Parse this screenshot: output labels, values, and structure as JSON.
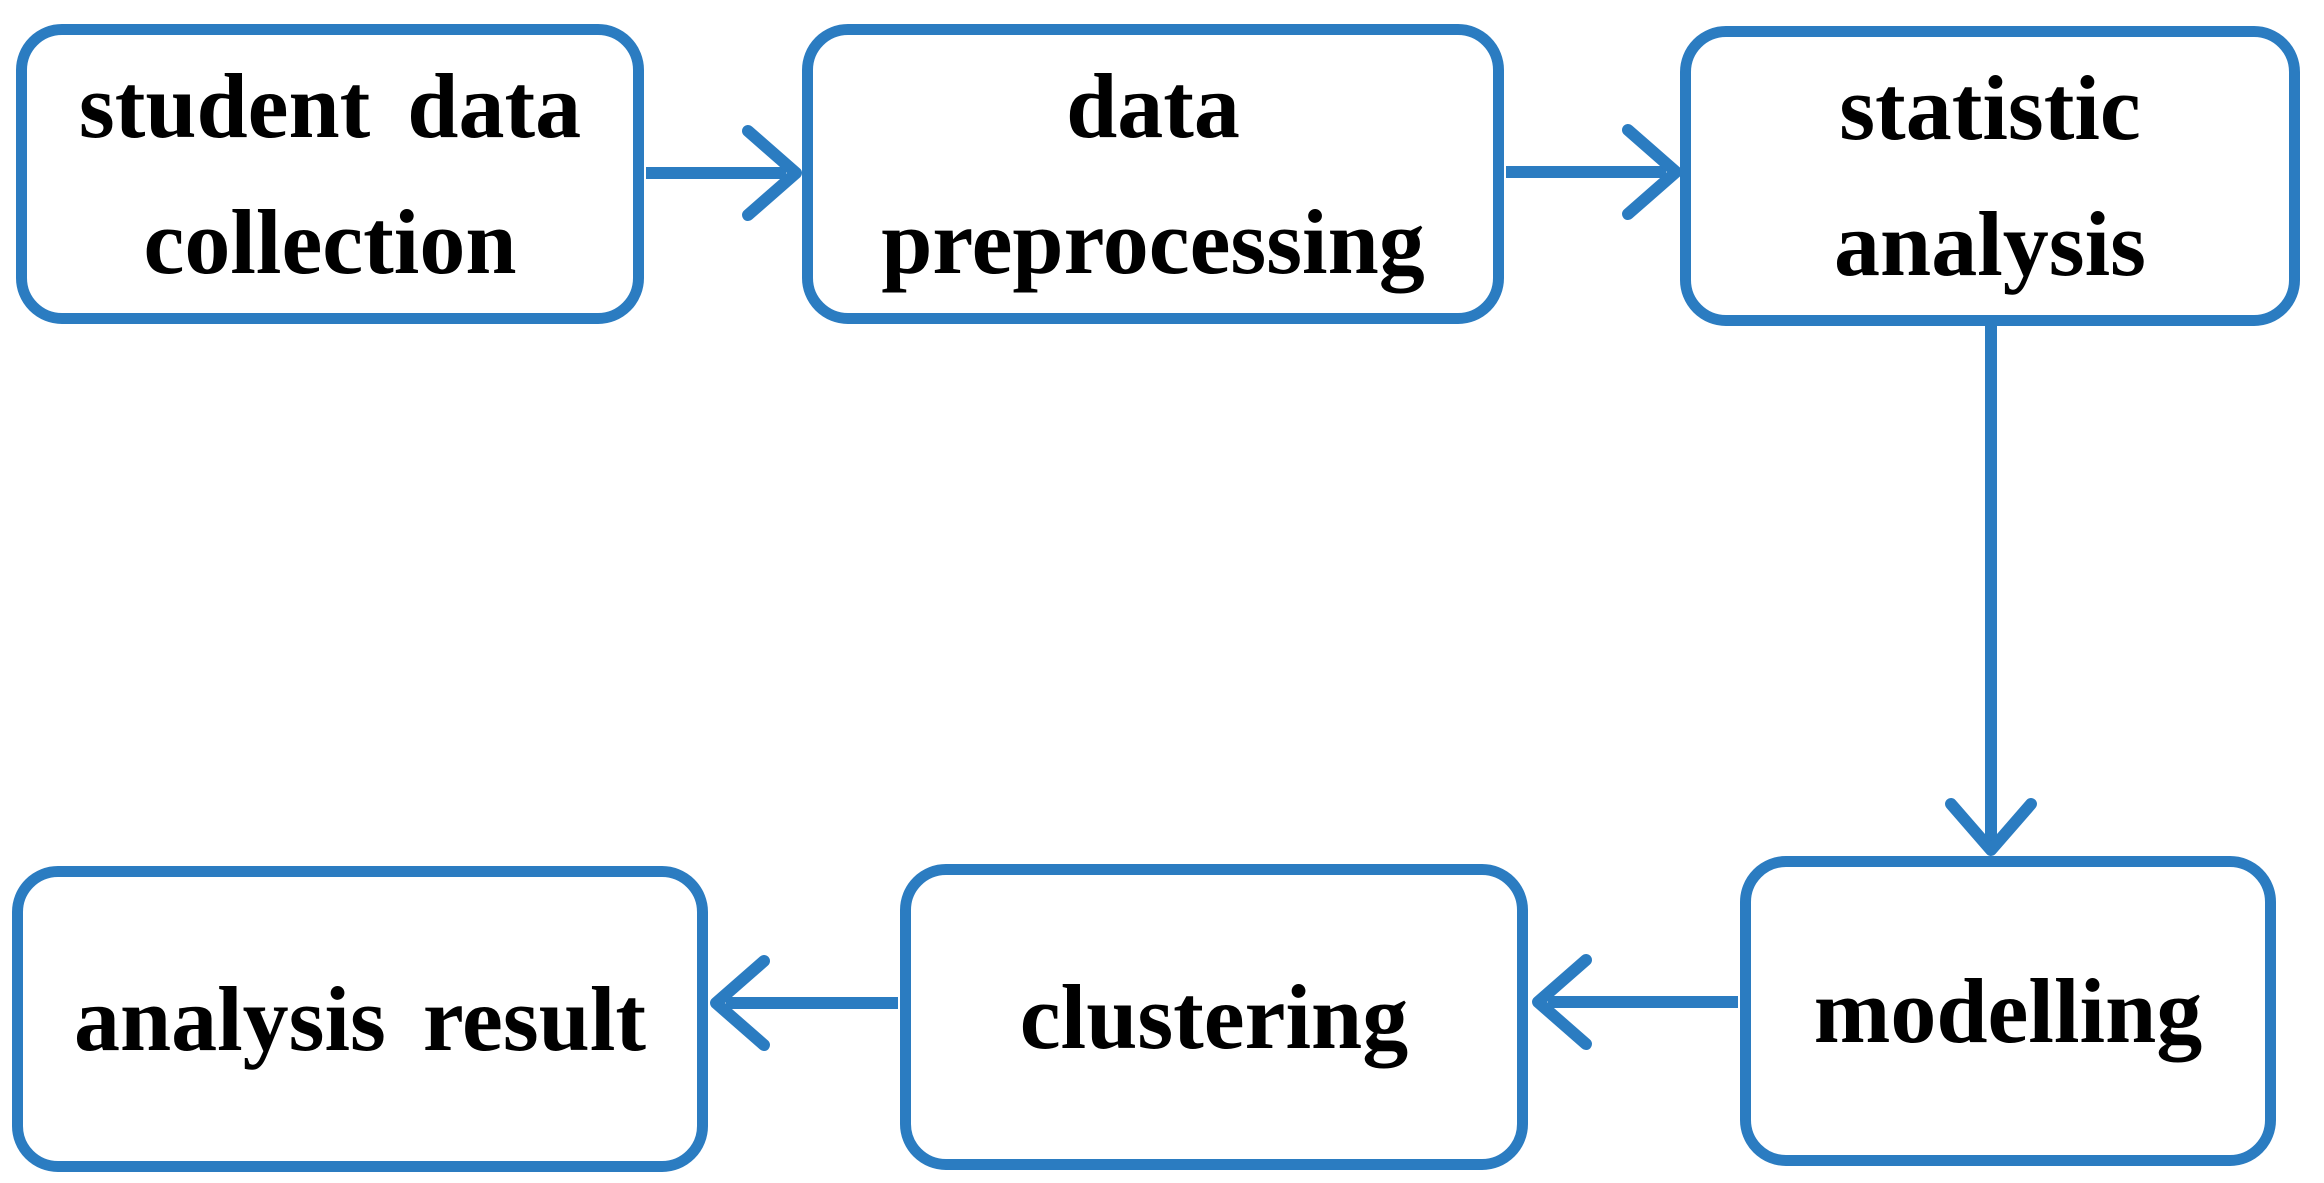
{
  "diagram": {
    "type": "flowchart",
    "colors": {
      "accent": "#2b7cc1",
      "ink": "#000000",
      "background": "#ffffff"
    },
    "nodes": [
      {
        "id": "student-data-collection",
        "label": "student data collection",
        "lines": [
          "student data",
          "collection"
        ]
      },
      {
        "id": "data-preprocessing",
        "label": "data preprocessing",
        "lines": [
          "data",
          "preprocessing"
        ]
      },
      {
        "id": "statistic-analysis",
        "label": "statistic analysis",
        "lines": [
          "statistic",
          "analysis"
        ]
      },
      {
        "id": "analysis-result",
        "label": "analysis result",
        "lines": [
          "analysis  result"
        ]
      },
      {
        "id": "clustering",
        "label": "clustering",
        "lines": [
          "clustering"
        ]
      },
      {
        "id": "modelling",
        "label": "modelling",
        "lines": [
          "modelling"
        ]
      }
    ],
    "edges": [
      {
        "from": "student-data-collection",
        "to": "data-preprocessing",
        "direction": "right"
      },
      {
        "from": "data-preprocessing",
        "to": "statistic-analysis",
        "direction": "right"
      },
      {
        "from": "statistic-analysis",
        "to": "modelling",
        "direction": "down"
      },
      {
        "from": "modelling",
        "to": "clustering",
        "direction": "left"
      },
      {
        "from": "clustering",
        "to": "analysis-result",
        "direction": "left"
      }
    ]
  }
}
